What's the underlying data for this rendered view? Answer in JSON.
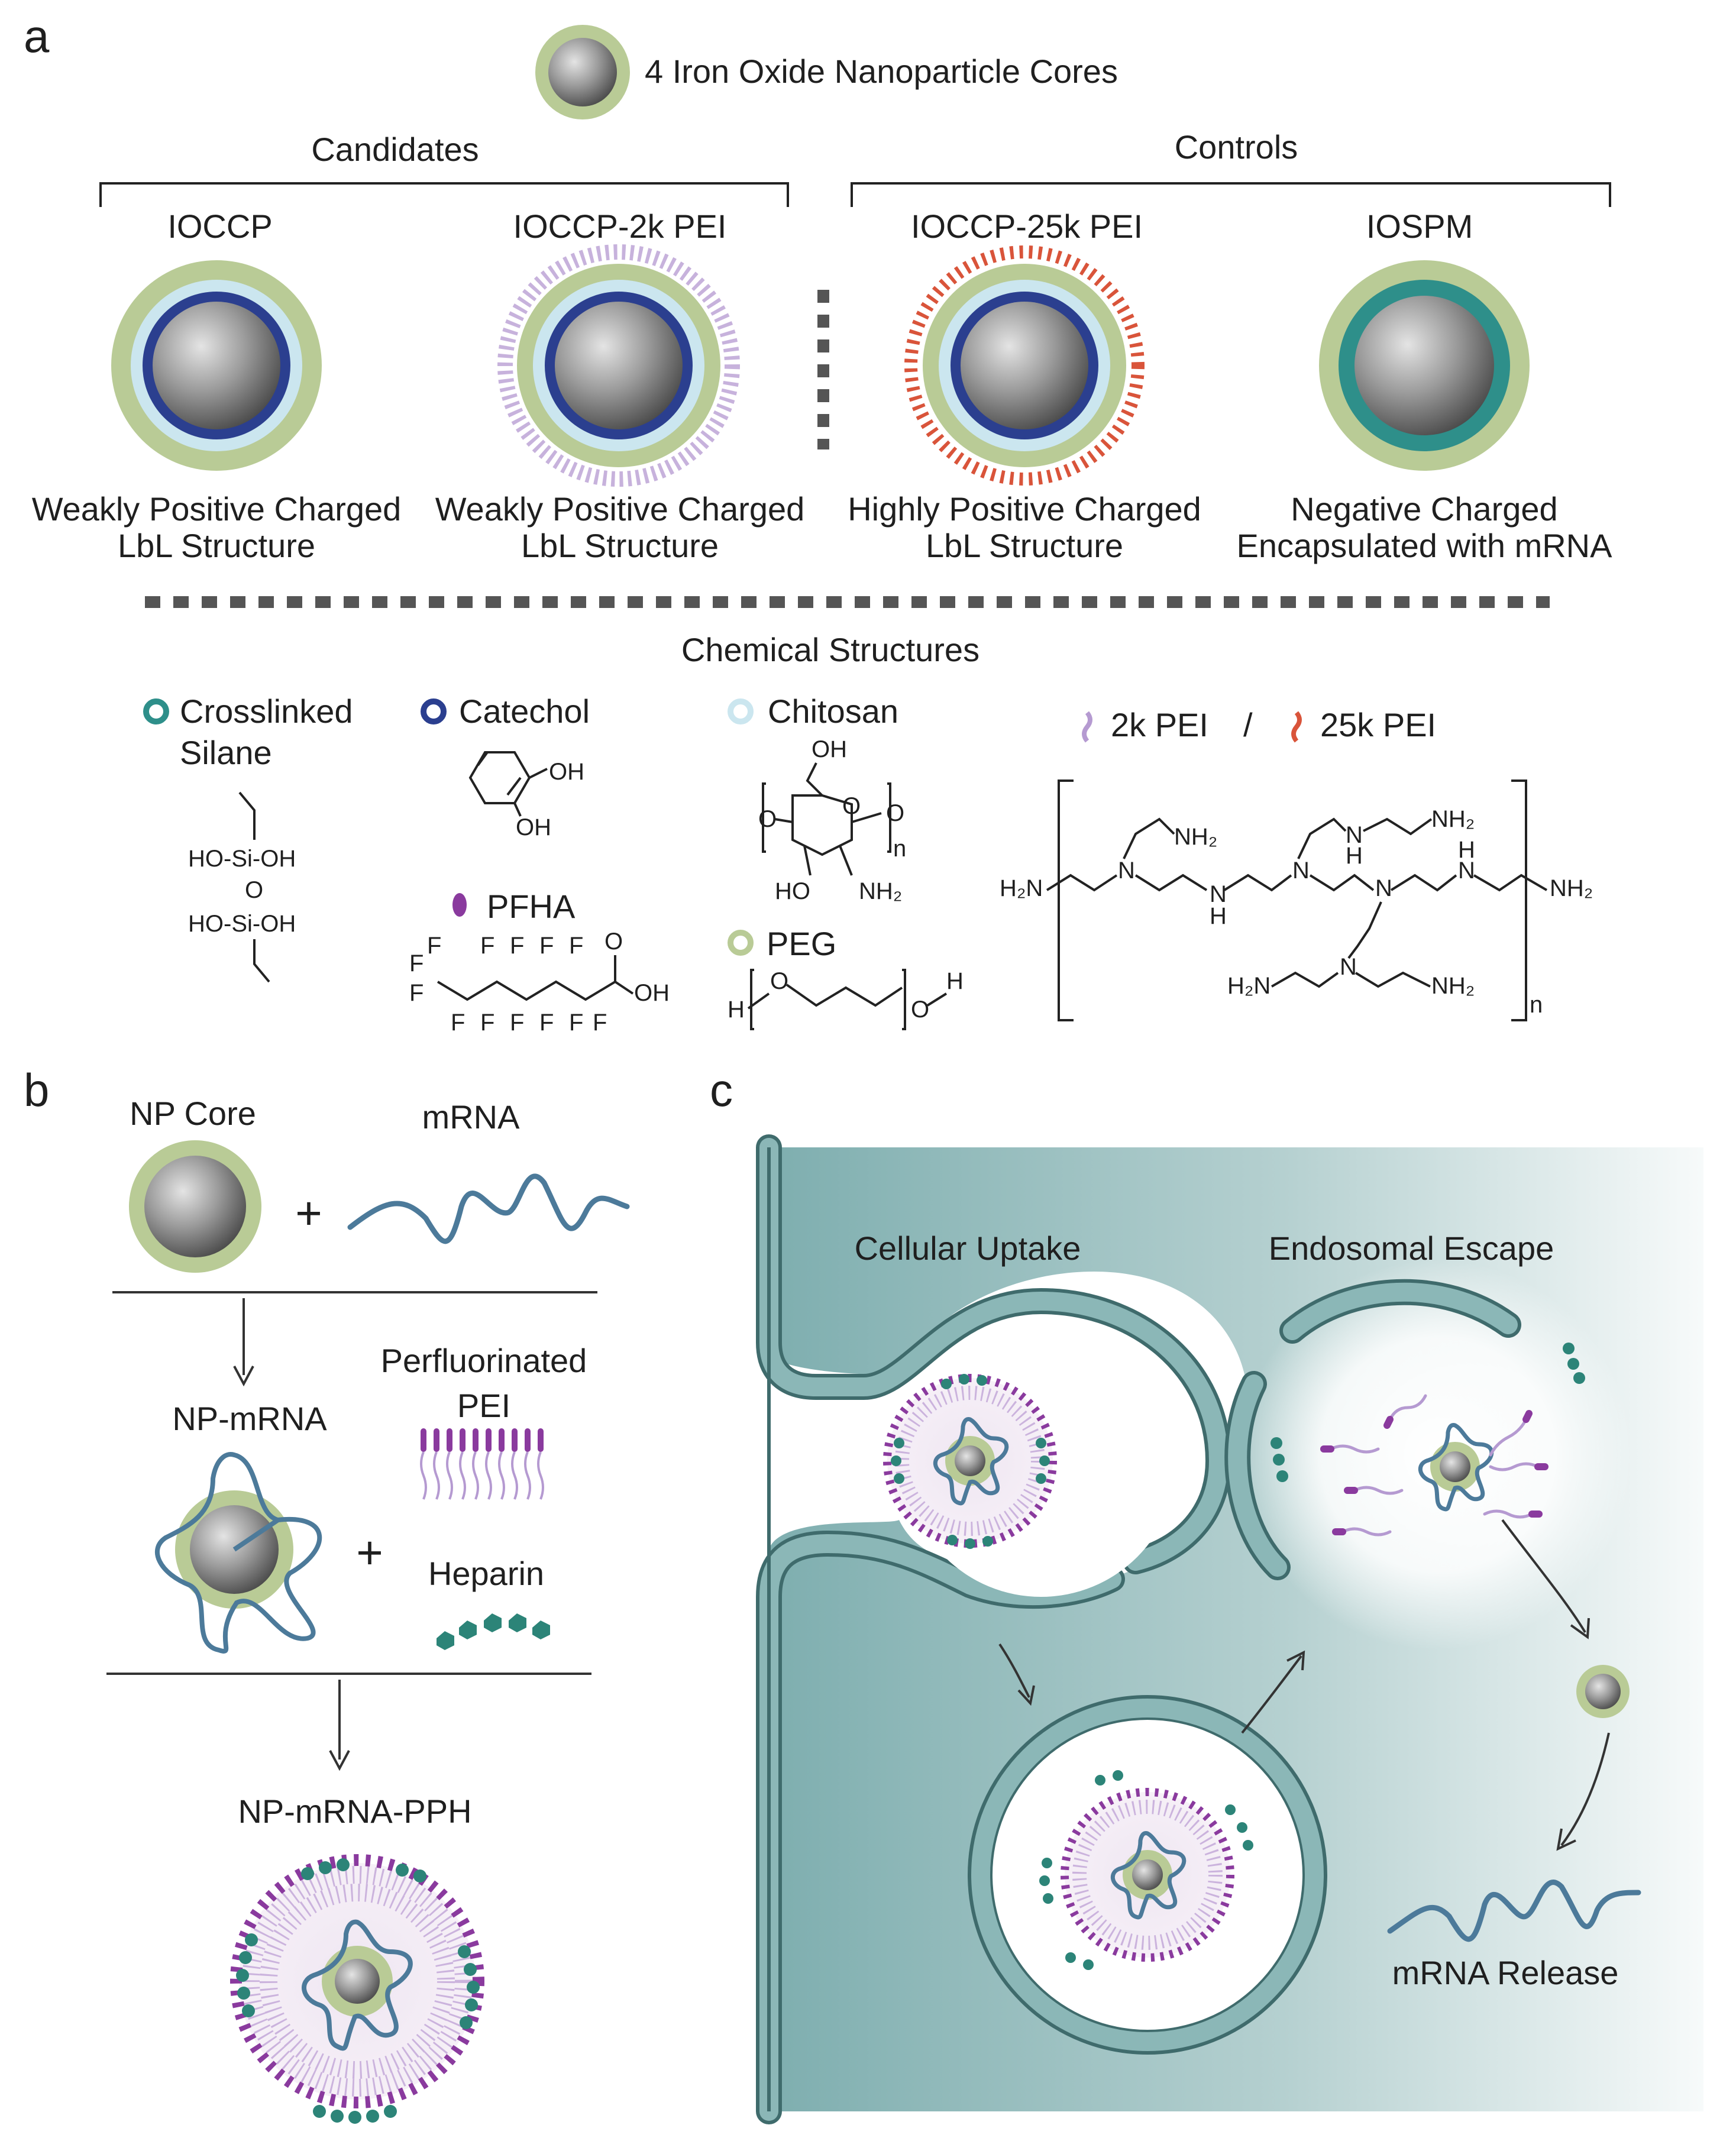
{
  "panel_a": {
    "label": "a",
    "header": "4 Iron Oxide Nanoparticle Cores",
    "candidates_label": "Candidates",
    "controls_label": "Controls",
    "particles": [
      {
        "name": "IOCCP",
        "desc1": "Weakly Positive Charged",
        "desc2": "LbL Structure"
      },
      {
        "name": "IOCCP-2k PEI",
        "desc1": "Weakly Positive Charged",
        "desc2": "LbL Structure"
      },
      {
        "name": "IOCCP-25k PEI",
        "desc1": "Highly Positive Charged",
        "desc2": "LbL Structure"
      },
      {
        "name": "IOSPM",
        "desc1": "Negative Charged",
        "desc2": "Encapsulated with mRNA"
      }
    ],
    "chem_title": "Chemical Structures",
    "chem": {
      "silane_1": "Crosslinked",
      "silane_2": "Silane",
      "catechol": "Catechol",
      "chitosan": "Chitosan",
      "pei_2k": "2k PEI",
      "slash": "/",
      "pei_25k": "25k PEI",
      "pfha": "PFHA",
      "peg": "PEG",
      "silane_si1": "HO-Si-OH",
      "silane_o": "O",
      "silane_si2": "HO-Si-OH",
      "oh": "OH",
      "n": "n",
      "ho": "HO",
      "nh2": "NH₂",
      "h2n": "H₂N",
      "h": "H",
      "o": "O",
      "f": "F",
      "nitrogen": "N"
    }
  },
  "panel_b": {
    "label": "b",
    "np_core": "NP Core",
    "mrna": "mRNA",
    "plus": "+",
    "np_mrna": "NP-mRNA",
    "pfpei_1": "Perfluorinated",
    "pfpei_2": "PEI",
    "heparin": "Heparin",
    "np_mrna_pph": "NP-mRNA-PPH"
  },
  "panel_c": {
    "label": "c",
    "uptake": "Cellular Uptake",
    "escape": "Endosomal Escape",
    "release": "mRNA Release"
  },
  "colors": {
    "core_green": "#b9cb96",
    "catechol_blue": "#2b3f8f",
    "chitosan_blue": "#cbe6ef",
    "silane_teal": "#2e8f8a",
    "pei_2k": "#b59ad1",
    "pei_25k": "#d9543a",
    "pfpei_purple": "#8a3a9e",
    "heparin_teal": "#2c8478",
    "mrna_blue": "#4c7a9a",
    "cell_teal": "#84b3b4"
  }
}
